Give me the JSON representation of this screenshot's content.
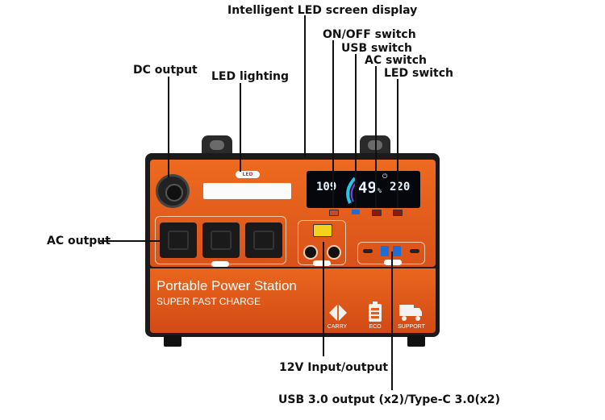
{
  "callouts": {
    "screen": "Intelligent LED screen display",
    "onoff": "ON/OFF switch",
    "usb_switch": "USB switch",
    "ac_switch": "AC switch",
    "led_switch": "LED switch",
    "dc_output": "DC output",
    "led_lighting": "LED lighting",
    "ac_output": "AC output",
    "twelve_v": "12V Input/output",
    "usb_output": "USB 3.0 output (x2)/Type-C 3.0(x2)"
  },
  "device": {
    "title": "Portable Power Station",
    "subtitle": "SUPER FAST CHARGE",
    "led_tag": "LED",
    "screen_left": "109",
    "screen_mid": "49",
    "screen_pct": "%",
    "screen_right": "220",
    "features": [
      "CARRY",
      "ECO",
      "SUPPORT"
    ]
  },
  "colors": {
    "orange": "#e55e1c",
    "body": "#1b1b1b",
    "usb_blue": "#1c6dd6",
    "yellow": "#f2d21a"
  }
}
